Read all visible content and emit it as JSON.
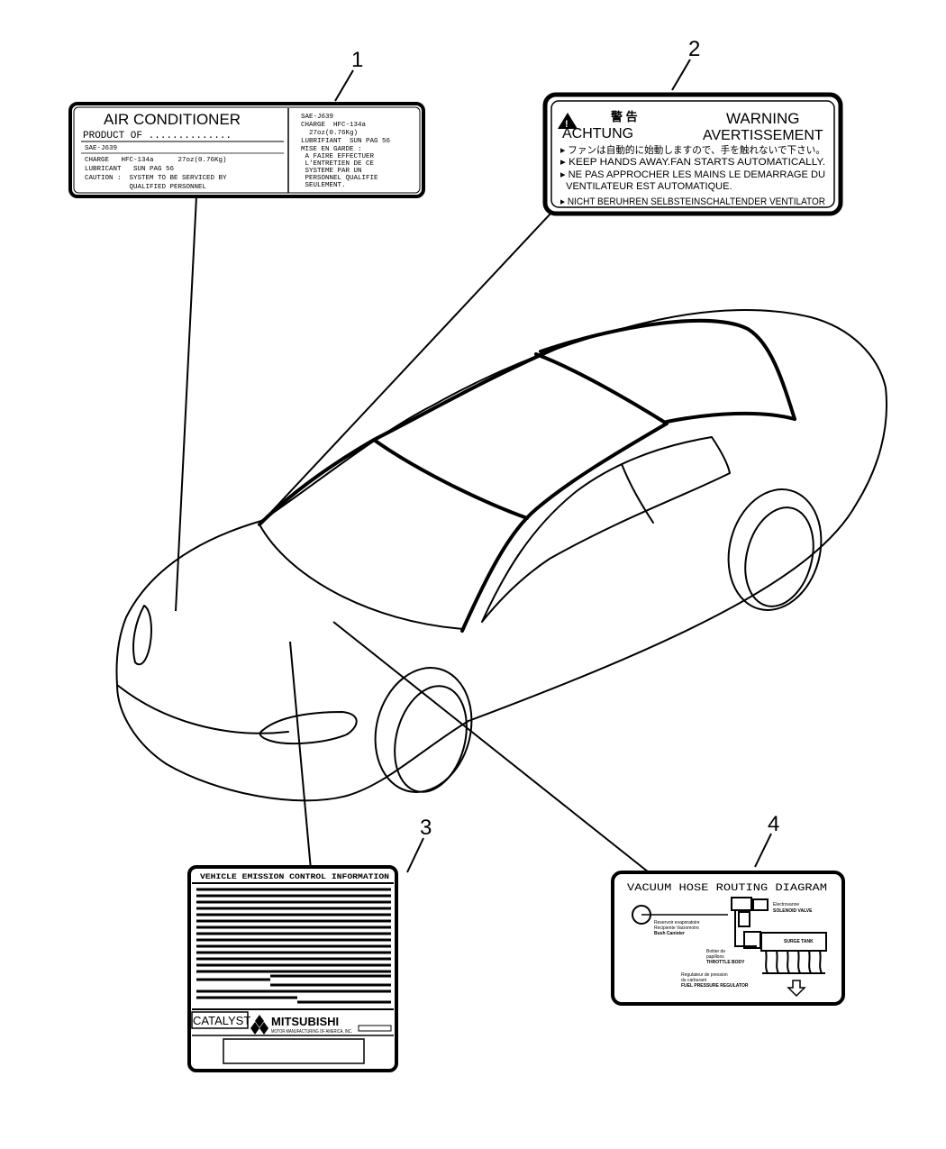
{
  "callouts": [
    "1",
    "2",
    "3",
    "4"
  ],
  "label_air_conditioner": {
    "title": "AIR CONDITIONER",
    "product_of": "PRODUCT OF ..............",
    "left_lines": [
      "SAE-J639",
      "CHARGE   HFC-134a      27oz(0.76Kg)",
      "LUBRICANT   SUN PAG 56",
      "CAUTION :  SYSTEM TO BE SERVICED BY",
      "           QUALIFIED PERSONNEL"
    ],
    "right_lines": [
      "SAE-J639",
      "CHARGE  HFC-134a",
      "  27oz(0.76Kg)",
      "LUBRIFIANT  SUN PAG 56",
      "MISE EN GARDE :",
      " A FAIRE EFFECTUER",
      " L'ENTRETIEN DE CE",
      " SYSTEME PAR UN",
      " PERSONNEL QUALIFIE",
      " SEULEMENT."
    ]
  },
  "label_warning": {
    "kanji": "警 告",
    "warning": "WARNING",
    "achtung": "ACHTUNG",
    "avertissement": "AVERTISSEMENT",
    "lines": [
      "▸ ファンは自動的に始動しますので、手を触れないで下さい。",
      "▸ KEEP HANDS AWAY.FAN STARTS AUTOMATICALLY.",
      "▸ NE PAS APPROCHER LES MAINS LE DEMARRAGE DU",
      "  VENTILATEUR EST AUTOMATIQUE.",
      "▸ NICHT BERUHREN SELBSTEINSCHALTENDER VENTILATOR"
    ]
  },
  "label_emission": {
    "title": "VEHICLE EMISSION CONTROL INFORMATION",
    "catalyst": "CATALYST",
    "brand": "MITSUBISHI",
    "brand_sub": "MOTOR MANUFACTURING OF AMERICA, INC."
  },
  "label_vacuum": {
    "title": "VACUUM HOSE ROUTING DIAGRAM",
    "texts": [
      "Electrovanne",
      "SOLENOID VALVE",
      "Reservoir evaporatoire",
      "Recipiente Vaciomotro",
      "Bush Canister",
      "Boitier de",
      "papillons",
      "THROTTLE BODY",
      "Regulateur de pression",
      "du carburant",
      "FUEL PRESSURE REGULATOR",
      "SURGE TANK"
    ]
  },
  "colors": {
    "ink": "#000000",
    "paper": "#ffffff"
  }
}
